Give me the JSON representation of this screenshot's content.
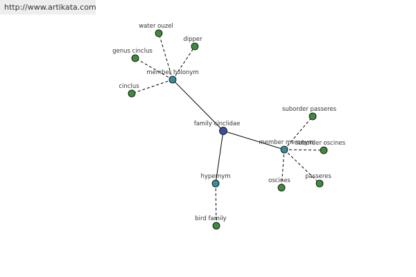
{
  "banner": {
    "url": "http://www.artikata.com"
  },
  "graph": {
    "colors": {
      "center": "#3b4f9c",
      "relation": "#3a8a9a",
      "leaf": "#3f8a3f"
    },
    "nodes": [
      {
        "id": "family-cinclidae",
        "label": "family cinclidae",
        "kind": "center"
      },
      {
        "id": "member-holonym",
        "label": "member holonym",
        "kind": "relation"
      },
      {
        "id": "member-meronym",
        "label": "member meronym",
        "kind": "relation"
      },
      {
        "id": "hypernym",
        "label": "hypernym",
        "kind": "relation"
      },
      {
        "id": "water-ouzel",
        "label": "water ouzel",
        "kind": "leaf"
      },
      {
        "id": "dipper",
        "label": "dipper",
        "kind": "leaf"
      },
      {
        "id": "genus-cinclus",
        "label": "genus cinclus",
        "kind": "leaf"
      },
      {
        "id": "cinclus",
        "label": "cinclus",
        "kind": "leaf"
      },
      {
        "id": "suborder-passeres",
        "label": "suborder passeres",
        "kind": "leaf"
      },
      {
        "id": "suborder-oscines",
        "label": "suborder oscines",
        "kind": "leaf"
      },
      {
        "id": "oscines",
        "label": "oscines",
        "kind": "leaf"
      },
      {
        "id": "passeres",
        "label": "passeres",
        "kind": "leaf"
      },
      {
        "id": "bird-family",
        "label": "bird family",
        "kind": "leaf"
      }
    ],
    "edges": [
      {
        "from": "family-cinclidae",
        "to": "member-holonym",
        "style": "solid"
      },
      {
        "from": "family-cinclidae",
        "to": "member-meronym",
        "style": "solid"
      },
      {
        "from": "family-cinclidae",
        "to": "hypernym",
        "style": "solid"
      },
      {
        "from": "member-holonym",
        "to": "water-ouzel",
        "style": "dashed"
      },
      {
        "from": "member-holonym",
        "to": "dipper",
        "style": "dashed"
      },
      {
        "from": "member-holonym",
        "to": "genus-cinclus",
        "style": "dashed"
      },
      {
        "from": "member-holonym",
        "to": "cinclus",
        "style": "dashed"
      },
      {
        "from": "member-meronym",
        "to": "suborder-passeres",
        "style": "dashed"
      },
      {
        "from": "member-meronym",
        "to": "suborder-oscines",
        "style": "dashed"
      },
      {
        "from": "member-meronym",
        "to": "oscines",
        "style": "dashed"
      },
      {
        "from": "member-meronym",
        "to": "passeres",
        "style": "dashed"
      },
      {
        "from": "hypernym",
        "to": "bird-family",
        "style": "dashed"
      }
    ]
  }
}
